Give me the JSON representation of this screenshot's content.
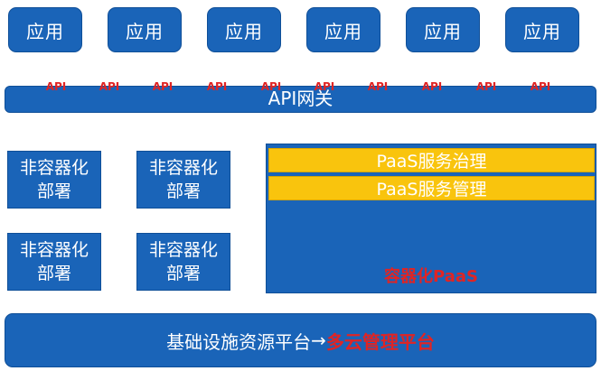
{
  "apps": [
    "应用",
    "应用",
    "应用",
    "应用",
    "应用",
    "应用"
  ],
  "api_tags": [
    "API",
    "API",
    "API",
    "API",
    "API",
    "API",
    "API",
    "API",
    "API",
    "API"
  ],
  "gateway": {
    "label": "API网关"
  },
  "non_container": [
    {
      "line1": "非容器化",
      "line2": "部署"
    },
    {
      "line1": "非容器化",
      "line2": "部署"
    },
    {
      "line1": "非容器化",
      "line2": "部署"
    },
    {
      "line1": "非容器化",
      "line2": "部署"
    }
  ],
  "paas": {
    "governance": "PaaS服务治理",
    "management": "PaaS服务管理",
    "container_label": "容器化PaaS"
  },
  "infra": {
    "prefix": "基础设施资源平台",
    "arrow": "→",
    "highlight": "多云管理平台"
  },
  "colors": {
    "primary_blue": "#1a64b8",
    "accent_yellow": "#f9c40d",
    "highlight_red": "#e02424"
  }
}
